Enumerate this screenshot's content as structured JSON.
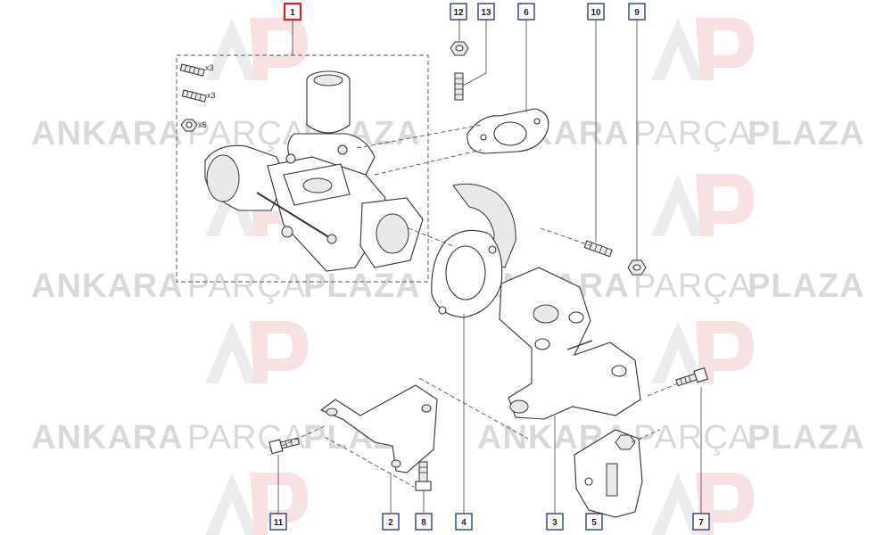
{
  "watermark": {
    "word1": "ANKARA",
    "word2": "PARÇA",
    "word3": "PLAZA",
    "logo": "AP"
  },
  "callouts": [
    {
      "id": "1",
      "label": "1",
      "highlight": true
    },
    {
      "id": "2",
      "label": "2"
    },
    {
      "id": "3",
      "label": "3"
    },
    {
      "id": "4",
      "label": "4"
    },
    {
      "id": "5",
      "label": "5"
    },
    {
      "id": "6",
      "label": "6"
    },
    {
      "id": "7",
      "label": "7"
    },
    {
      "id": "8",
      "label": "8"
    },
    {
      "id": "9",
      "label": "9"
    },
    {
      "id": "10",
      "label": "10"
    },
    {
      "id": "11",
      "label": "11"
    },
    {
      "id": "12",
      "label": "12"
    },
    {
      "id": "13",
      "label": "13"
    }
  ],
  "quantities": {
    "stud_a": "x3",
    "stud_b": "x3",
    "nut": "x6"
  },
  "colors": {
    "callout_border": "#2a3f8f",
    "highlight_border": "#e02020",
    "watermark": "#d9d9d9"
  }
}
